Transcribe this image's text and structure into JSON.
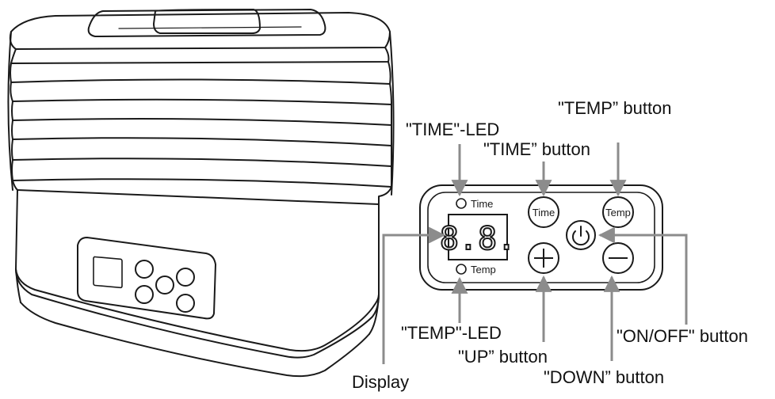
{
  "panel": {
    "time_led_label": "Time",
    "temp_led_label": "Temp",
    "time_button_label": "Time",
    "temp_button_label": "Temp",
    "display_value": "8.8."
  },
  "callouts": {
    "temp_button": "\"TEMP” button",
    "time_led": "\"TIME\"-LED",
    "time_button": "\"TIME” button",
    "temp_led": "\"TEMP\"-LED",
    "up_button": "\"UP” button",
    "display": "Display",
    "on_off_button": "\"ON/OFF\" button",
    "down_button": "\"DOWN” button"
  },
  "colors": {
    "line": "#1a1a1a",
    "leader": "#8c8c8c"
  },
  "icons": [
    "power-icon",
    "plus-icon",
    "minus-icon",
    "led-indicator"
  ]
}
